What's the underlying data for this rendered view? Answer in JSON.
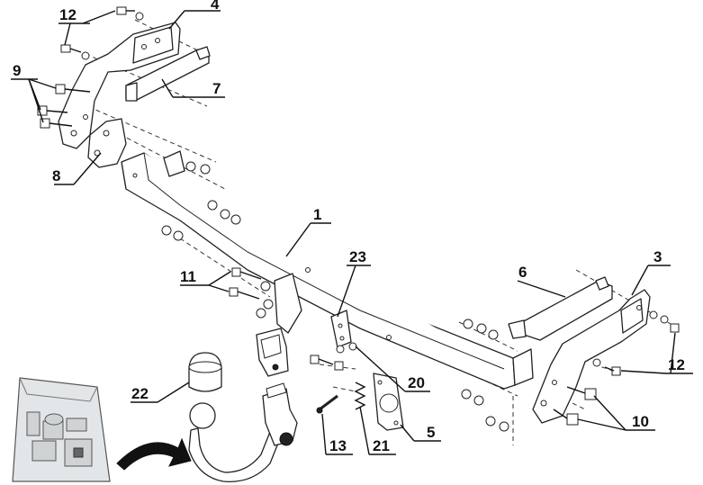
{
  "labels": {
    "p1": "1",
    "p3": "3",
    "p4": "4",
    "p5": "5",
    "p6": "6",
    "p7": "7",
    "p8": "8",
    "p9": "9",
    "p10": "10",
    "p11": "11",
    "p12a": "12",
    "p12b": "12",
    "p13": "13",
    "p20": "20",
    "p21": "21",
    "p22": "22",
    "p23": "23"
  },
  "colors": {
    "line": "#111111",
    "fill": "#ffffff",
    "bag": "#e3e6e8",
    "arrow": "#111111"
  },
  "icons": [
    "ball-cover-icon",
    "tow-ball-icon",
    "kit-bag-icon",
    "curved-arrow-icon"
  ]
}
